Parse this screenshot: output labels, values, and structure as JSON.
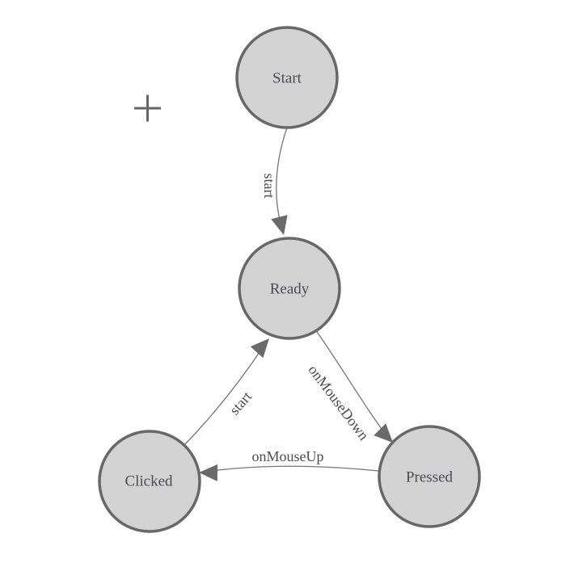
{
  "diagram": {
    "type": "state-machine",
    "nodes": [
      {
        "id": "start",
        "label": "Start"
      },
      {
        "id": "ready",
        "label": "Ready"
      },
      {
        "id": "clicked",
        "label": "Clicked"
      },
      {
        "id": "pressed",
        "label": "Pressed"
      }
    ],
    "edges": [
      {
        "from": "Start",
        "to": "Ready",
        "label": "start"
      },
      {
        "from": "Ready",
        "to": "Pressed",
        "label": "onMouseDown"
      },
      {
        "from": "Pressed",
        "to": "Clicked",
        "label": "onMouseUp"
      },
      {
        "from": "Clicked",
        "to": "Ready",
        "label": "start"
      }
    ],
    "crosshair_marker": "+",
    "colors": {
      "background": "#ffffff",
      "node_fill": "#d3d3d3",
      "node_stroke": "#686868",
      "edge_stroke": "#757575",
      "arrow_fill": "#6a6a6a",
      "text": "#4c4c50",
      "crosshair": "#666666"
    }
  }
}
